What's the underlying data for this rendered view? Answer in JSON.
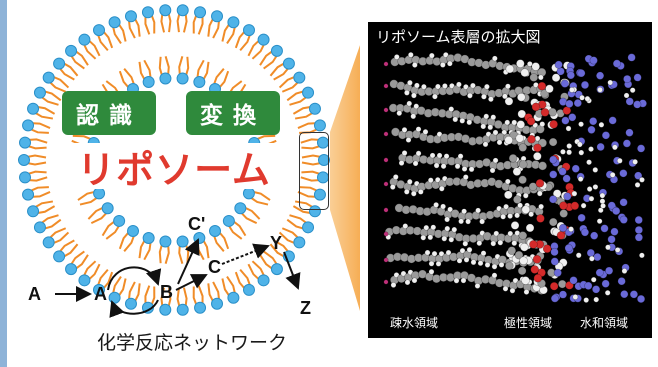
{
  "liposome": {
    "badges": [
      "認識",
      "変換"
    ],
    "title": "リポソーム",
    "nodes": {
      "a_outer": "A",
      "a_inner": "A",
      "b": "B",
      "c": "C",
      "c_prime": "C'",
      "y": "Y",
      "z": "Z"
    },
    "network_label": "化学反応ネットワーク"
  },
  "zoom_panel": {
    "title": "リポソーム表層の拡大図",
    "regions": [
      "疎水領域",
      "極性領域",
      "水和領域"
    ]
  },
  "colors": {
    "headgroup": "#4fb3e8",
    "tail": "#f08c28",
    "badge": "#2f8a3c",
    "title_red": "#e03a2e",
    "atom_carbon": "#9a9a9a",
    "atom_hydrogen": "#f0f0f0",
    "atom_oxygen": "#d42a2a",
    "atom_nitrogen": "#6a6ad8",
    "atom_terminal": "#c0307a"
  }
}
